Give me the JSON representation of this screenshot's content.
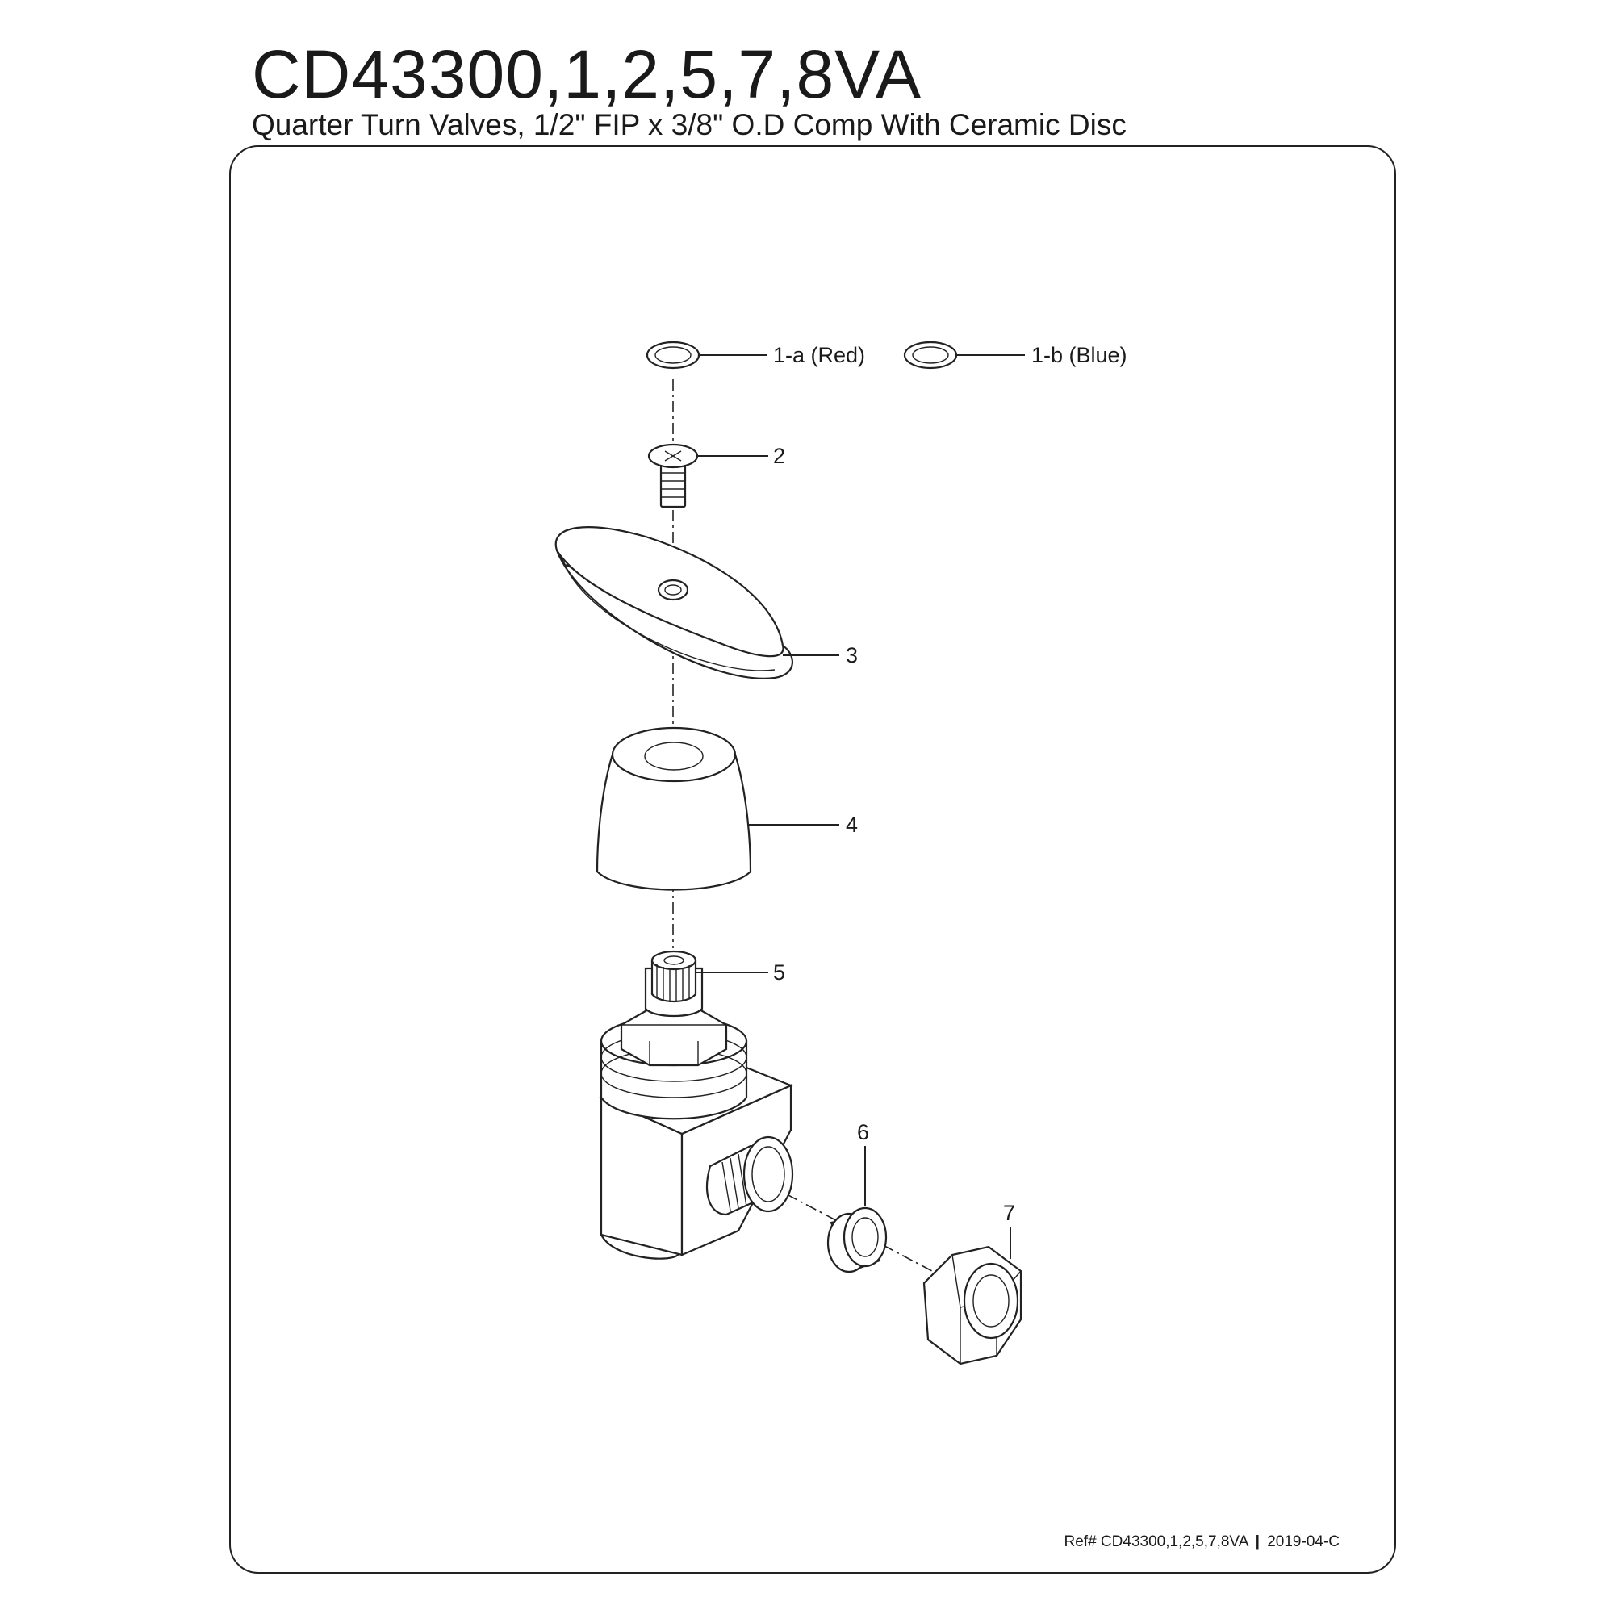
{
  "header": {
    "title": "CD43300,1,2,5,7,8VA",
    "subtitle": "Quarter Turn Valves, 1/2\" FIP x 3/8\" O.D Comp With Ceramic Disc"
  },
  "parts": {
    "p1a": "1-a (Red)",
    "p1b": "1-b (Blue)",
    "p2": "2",
    "p3": "3",
    "p4": "4",
    "p5": "5",
    "p6": "6",
    "p7": "7"
  },
  "footer": {
    "ref": "Ref# CD43300,1,2,5,7,8VA",
    "separator": "|",
    "revision": "2019-04-C"
  }
}
